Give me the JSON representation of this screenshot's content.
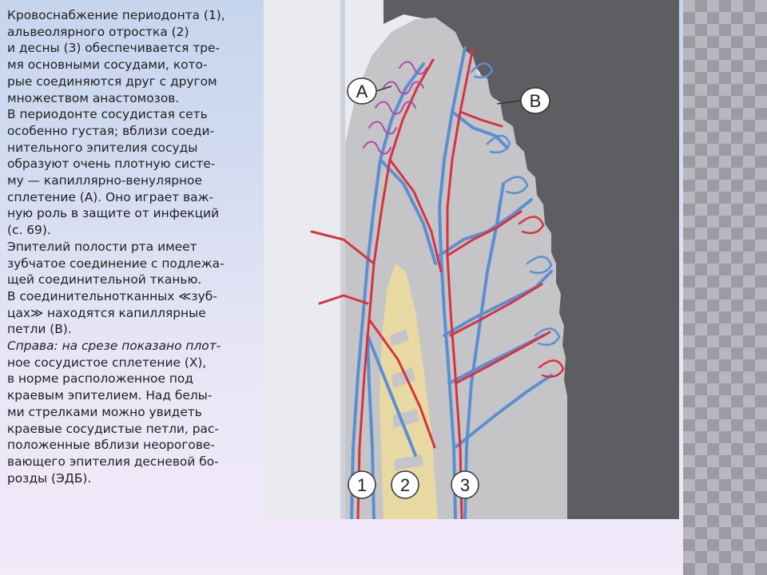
{
  "slide": {
    "paragraphs": [
      {
        "lines": [
          "Кровоснабжение периодонта (1),",
          "альвеолярного отростка (2)",
          "и десны (3) обеспечивается тре-",
          "мя основными сосудами, кото-",
          "рые соединяются друг с другом",
          "множеством анастомозов."
        ]
      },
      {
        "lines": [
          "В периодонте сосудистая сеть",
          "особенно густая; вблизи соеди-",
          "нительного эпителия сосуды",
          "образуют очень плотную систе-",
          "му — капиллярно-венулярное",
          "сплетение (А). Оно играет важ-",
          "ную роль в защите от инфекций",
          "(с. 69)."
        ]
      },
      {
        "lines": [
          "Эпителий полости рта имеет",
          "зубчатое соединение с подлежа-",
          "щей соединительной тканью.",
          "В соединительнотканных ≪зуб-",
          "цах≫ находятся капиллярные",
          "петли (В)."
        ]
      },
      {
        "lead": "Справа: на срезе показано плот-",
        "lines": [
          "ное сосудистое сплетение (X),",
          "в норме расположенное под",
          "краевым эпителием. Над белы-",
          "ми стрелками можно увидеть",
          "краевые сосудистые петли, рас-",
          "положенные вблизи неорогове-",
          "вающего эпителия десневой бо-",
          "розды (ЭДБ)."
        ]
      }
    ]
  },
  "figure": {
    "labels": {
      "a": "A",
      "b": "B",
      "one": "1",
      "two": "2",
      "three": "3"
    },
    "colors": {
      "artery": "#d8323f",
      "vein": "#5b8fd2",
      "capillary_plexus": "#b04aa8",
      "epithelium": "#5d5d62",
      "connective": "#c5c5c8",
      "bone": "#e8d9a3",
      "tooth": "#e9ebf1"
    }
  }
}
